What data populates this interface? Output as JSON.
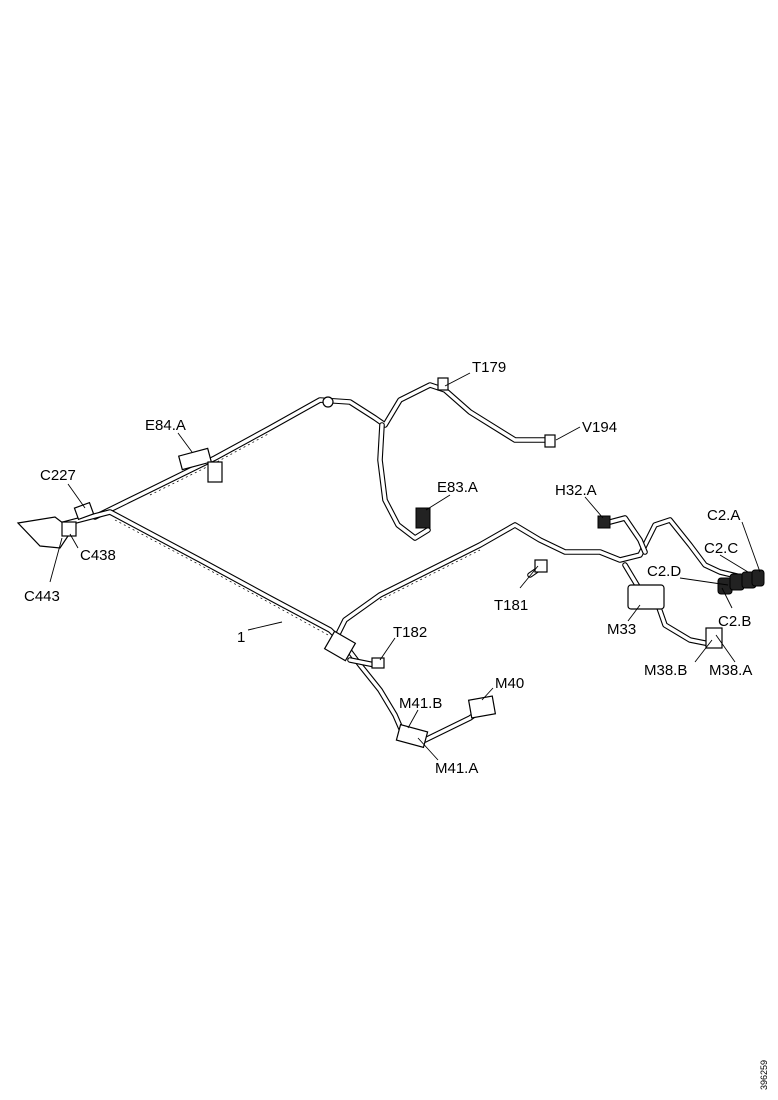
{
  "labels": {
    "t179": "T179",
    "v194": "V194",
    "e84a": "E84.A",
    "e83a": "E83.A",
    "h32a": "H32.A",
    "c2a": "C2.A",
    "c2c": "C2.C",
    "c2d": "C2.D",
    "c2b": "C2.B",
    "c227": "C227",
    "c438": "C438",
    "c443": "C443",
    "t181": "T181",
    "m33": "M33",
    "item1": "1",
    "t182": "T182",
    "m38b": "M38.B",
    "m38a": "M38.A",
    "m40": "M40",
    "m41b": "M41.B",
    "m41a": "M41.A"
  },
  "reference": "396259"
}
